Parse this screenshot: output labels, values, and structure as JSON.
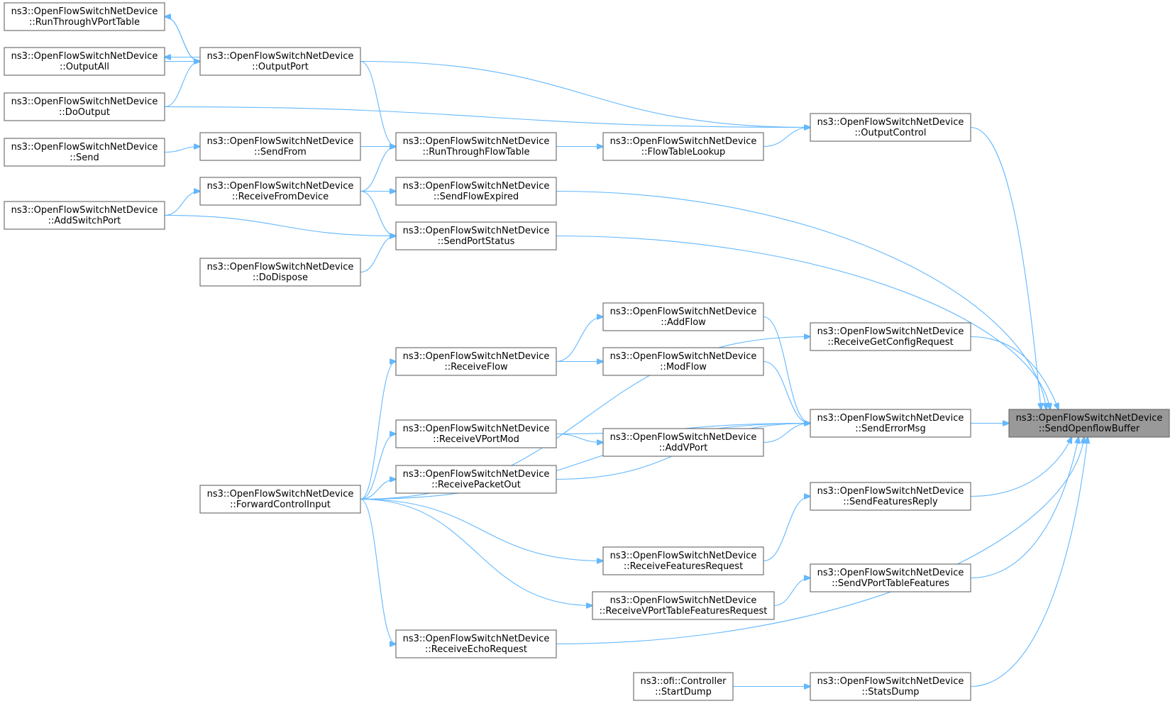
{
  "nodes": [
    {
      "id": "sendOpenflowBuffer",
      "line1": "ns3::OpenFlowSwitchNetDevice",
      "line2": "::SendOpenflowBuffer",
      "highlight": true
    },
    {
      "id": "runThroughVPortTable",
      "line1": "ns3::OpenFlowSwitchNetDevice",
      "line2": "::RunThroughVPortTable"
    },
    {
      "id": "outputAll",
      "line1": "ns3::OpenFlowSwitchNetDevice",
      "line2": "::OutputAll"
    },
    {
      "id": "doOutput",
      "line1": "ns3::OpenFlowSwitchNetDevice",
      "line2": "::DoOutput"
    },
    {
      "id": "send",
      "line1": "ns3::OpenFlowSwitchNetDevice",
      "line2": "::Send"
    },
    {
      "id": "addSwitchPort",
      "line1": "ns3::OpenFlowSwitchNetDevice",
      "line2": "::AddSwitchPort"
    },
    {
      "id": "outputPort",
      "line1": "ns3::OpenFlowSwitchNetDevice",
      "line2": "::OutputPort"
    },
    {
      "id": "sendFrom",
      "line1": "ns3::OpenFlowSwitchNetDevice",
      "line2": "::SendFrom"
    },
    {
      "id": "receiveFromDevice",
      "line1": "ns3::OpenFlowSwitchNetDevice",
      "line2": "::ReceiveFromDevice"
    },
    {
      "id": "doDispose",
      "line1": "ns3::OpenFlowSwitchNetDevice",
      "line2": "::DoDispose"
    },
    {
      "id": "forwardControlInput",
      "line1": "ns3::OpenFlowSwitchNetDevice",
      "line2": "::ForwardControlInput"
    },
    {
      "id": "runThroughFlowTable",
      "line1": "ns3::OpenFlowSwitchNetDevice",
      "line2": "::RunThroughFlowTable"
    },
    {
      "id": "sendFlowExpired",
      "line1": "ns3::OpenFlowSwitchNetDevice",
      "line2": "::SendFlowExpired"
    },
    {
      "id": "sendPortStatus",
      "line1": "ns3::OpenFlowSwitchNetDevice",
      "line2": "::SendPortStatus"
    },
    {
      "id": "receiveFlow",
      "line1": "ns3::OpenFlowSwitchNetDevice",
      "line2": "::ReceiveFlow"
    },
    {
      "id": "receiveVPortMod",
      "line1": "ns3::OpenFlowSwitchNetDevice",
      "line2": "::ReceiveVPortMod"
    },
    {
      "id": "receivePacketOut",
      "line1": "ns3::OpenFlowSwitchNetDevice",
      "line2": "::ReceivePacketOut"
    },
    {
      "id": "receiveEchoRequest",
      "line1": "ns3::OpenFlowSwitchNetDevice",
      "line2": "::ReceiveEchoRequest"
    },
    {
      "id": "flowTableLookup",
      "line1": "ns3::OpenFlowSwitchNetDevice",
      "line2": "::FlowTableLookup"
    },
    {
      "id": "addFlow",
      "line1": "ns3::OpenFlowSwitchNetDevice",
      "line2": "::AddFlow"
    },
    {
      "id": "modFlow",
      "line1": "ns3::OpenFlowSwitchNetDevice",
      "line2": "::ModFlow"
    },
    {
      "id": "addVPort",
      "line1": "ns3::OpenFlowSwitchNetDevice",
      "line2": "::AddVPort"
    },
    {
      "id": "receiveFeaturesRequest",
      "line1": "ns3::OpenFlowSwitchNetDevice",
      "line2": "::ReceiveFeaturesRequest"
    },
    {
      "id": "receiveVPortTableFeaturesRequest",
      "line1": "ns3::OpenFlowSwitchNetDevice",
      "line2": "::ReceiveVPortTableFeaturesRequest"
    },
    {
      "id": "startDump",
      "line1": "ns3::ofi::Controller",
      "line2": "::StartDump"
    },
    {
      "id": "outputControl",
      "line1": "ns3::OpenFlowSwitchNetDevice",
      "line2": "::OutputControl"
    },
    {
      "id": "receiveGetConfigRequest",
      "line1": "ns3::OpenFlowSwitchNetDevice",
      "line2": "::ReceiveGetConfigRequest"
    },
    {
      "id": "sendErrorMsg",
      "line1": "ns3::OpenFlowSwitchNetDevice",
      "line2": "::SendErrorMsg"
    },
    {
      "id": "sendFeaturesReply",
      "line1": "ns3::OpenFlowSwitchNetDevice",
      "line2": "::SendFeaturesReply"
    },
    {
      "id": "sendVPortTableFeatures",
      "line1": "ns3::OpenFlowSwitchNetDevice",
      "line2": "::SendVPortTableFeatures"
    },
    {
      "id": "statsDump",
      "line1": "ns3::OpenFlowSwitchNetDevice",
      "line2": "::StatsDump"
    }
  ],
  "edges": [
    {
      "from": "outputControl",
      "to": "sendOpenflowBuffer"
    },
    {
      "from": "sendFlowExpired",
      "to": "sendOpenflowBuffer"
    },
    {
      "from": "sendPortStatus",
      "to": "sendOpenflowBuffer"
    },
    {
      "from": "receiveGetConfigRequest",
      "to": "sendOpenflowBuffer"
    },
    {
      "from": "sendErrorMsg",
      "to": "sendOpenflowBuffer"
    },
    {
      "from": "sendFeaturesReply",
      "to": "sendOpenflowBuffer"
    },
    {
      "from": "sendVPortTableFeatures",
      "to": "sendOpenflowBuffer"
    },
    {
      "from": "receiveEchoRequest",
      "to": "sendOpenflowBuffer"
    },
    {
      "from": "statsDump",
      "to": "sendOpenflowBuffer"
    },
    {
      "from": "outputPort",
      "to": "runThroughVPortTable"
    },
    {
      "from": "runThroughVPortTable",
      "to": "outputPort"
    },
    {
      "from": "outputPort",
      "to": "outputAll"
    },
    {
      "from": "outputAll",
      "to": "outputPort"
    },
    {
      "from": "doOutput",
      "to": "outputPort"
    },
    {
      "from": "outputPort",
      "to": "outputControl"
    },
    {
      "from": "doOutput",
      "to": "outputControl"
    },
    {
      "from": "outputPort",
      "to": "runThroughFlowTable"
    },
    {
      "from": "send",
      "to": "sendFrom"
    },
    {
      "from": "sendFrom",
      "to": "runThroughFlowTable"
    },
    {
      "from": "addSwitchPort",
      "to": "receiveFromDevice"
    },
    {
      "from": "addSwitchPort",
      "to": "sendPortStatus"
    },
    {
      "from": "receiveFromDevice",
      "to": "runThroughFlowTable"
    },
    {
      "from": "receiveFromDevice",
      "to": "sendFlowExpired"
    },
    {
      "from": "receiveFromDevice",
      "to": "sendPortStatus"
    },
    {
      "from": "doDispose",
      "to": "sendPortStatus"
    },
    {
      "from": "runThroughFlowTable",
      "to": "flowTableLookup"
    },
    {
      "from": "flowTableLookup",
      "to": "outputControl"
    },
    {
      "from": "forwardControlInput",
      "to": "receiveGetConfigRequest"
    },
    {
      "from": "receiveFlow",
      "to": "addFlow"
    },
    {
      "from": "receiveFlow",
      "to": "modFlow"
    },
    {
      "from": "addFlow",
      "to": "sendErrorMsg"
    },
    {
      "from": "modFlow",
      "to": "sendErrorMsg"
    },
    {
      "from": "receiveVPortMod",
      "to": "sendErrorMsg"
    },
    {
      "from": "addVPort",
      "to": "sendErrorMsg"
    },
    {
      "from": "receivePacketOut",
      "to": "sendErrorMsg"
    },
    {
      "from": "forwardControlInput",
      "to": "sendErrorMsg"
    },
    {
      "from": "receiveVPortMod",
      "to": "addVPort"
    },
    {
      "from": "forwardControlInput",
      "to": "receiveFlow"
    },
    {
      "from": "forwardControlInput",
      "to": "receiveVPortMod"
    },
    {
      "from": "forwardControlInput",
      "to": "receivePacketOut"
    },
    {
      "from": "forwardControlInput",
      "to": "receiveFeaturesRequest"
    },
    {
      "from": "forwardControlInput",
      "to": "receiveVPortTableFeaturesRequest"
    },
    {
      "from": "forwardControlInput",
      "to": "receiveEchoRequest"
    },
    {
      "from": "receiveFeaturesRequest",
      "to": "sendFeaturesReply"
    },
    {
      "from": "receiveVPortTableFeaturesRequest",
      "to": "sendVPortTableFeatures"
    },
    {
      "from": "startDump",
      "to": "statsDump"
    }
  ]
}
